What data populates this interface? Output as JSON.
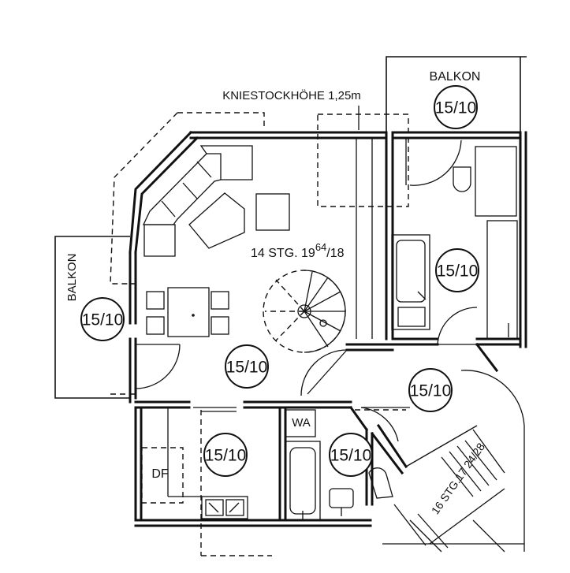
{
  "plan": {
    "kniestock_label": "KNIESTOCKHÖHE 1,25m",
    "stair_main_label_prefix": "14 STG. 19",
    "stair_main_label_sup": "64",
    "stair_main_label_suffix": "/18",
    "stair_right_label": "16 STG.17 24/28",
    "balkon_top_label": "BALKON",
    "balkon_left_label": "BALKON",
    "wa_label": "WA",
    "df_label": "DF",
    "rooms": {
      "balkon_top": "15/10",
      "balkon_left": "15/10",
      "bath_right": "15/10",
      "living": "15/10",
      "hall": "15/10",
      "kitchen": "15/10",
      "bath_small": "15/10"
    }
  }
}
